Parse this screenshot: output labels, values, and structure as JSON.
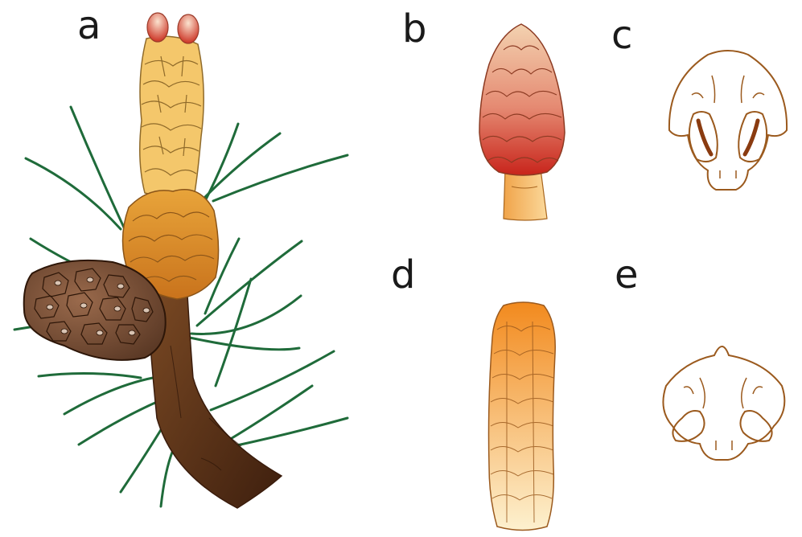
{
  "labels": {
    "a": "a",
    "b": "b",
    "c": "c",
    "d": "d",
    "e": "e"
  },
  "colors": {
    "needle": "#1f6b3a",
    "stem": "#5a3219",
    "male_cone": "#f4c76b",
    "young_female_cone": "#d9361f",
    "mature_cone": "#7a5238",
    "pollen_cone": "#f49a2a",
    "scale_outline": "#9b5a1e"
  }
}
